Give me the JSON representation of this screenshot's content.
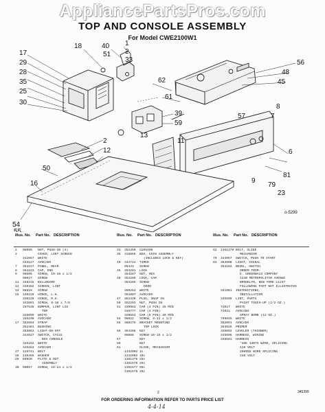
{
  "watermark": "AppliancePartsPros.com",
  "title": "TOP AND CONSOLE ASSEMBLY",
  "subtitle": "For Model CWE2100W1",
  "diagram_code": "o-5299",
  "callouts": [
    "18",
    "17",
    "29",
    "28",
    "35",
    "25",
    "30",
    "40",
    "51",
    "1",
    "2",
    "33",
    "62",
    "56",
    "48",
    "45",
    "61",
    "39",
    "59",
    "13",
    "57",
    "8",
    "7",
    "6",
    "11",
    "2",
    "12",
    "50",
    "16",
    "54",
    "55",
    "9",
    "79",
    "81",
    "23"
  ],
  "col_headers": {
    "ref": "Illus. No.",
    "part": "Part No.",
    "desc": "DESCRIPTION"
  },
  "columns": [
    [
      [
        "1",
        "98095",
        "NUT, PUSH-IN (4)"
      ],
      [
        "2",
        "",
        "COVER, LINT SCREEN"
      ],
      [
        "",
        "342857",
        "WHITE"
      ],
      [
        "",
        "343127",
        "AVOCADO"
      ],
      [
        "7",
        "354227",
        "PANEL, REAR"
      ],
      [
        "8",
        "354223",
        "CAP, END"
      ],
      [
        "9",
        "98605",
        "SCREW, 10-16 x 1/2"
      ],
      [
        "",
        "90027",
        "SCREW"
      ],
      [
        "11",
        "348215",
        "BILLBOARD"
      ],
      [
        "12",
        "339392",
        "SCREEN, LINT"
      ],
      [
        "13",
        "98610",
        "SCREW"
      ],
      [
        "16",
        "339219",
        "HINGE, L.H."
      ],
      [
        "",
        "339220",
        "HINGE, R.H."
      ],
      [
        "",
        "343801",
        "SCREW, 8-18 x 7/8"
      ],
      [
        "",
        "297535",
        "BUMPER, LINT LID"
      ],
      [
        "",
        "",
        "TOP"
      ],
      [
        "",
        "345099",
        "WHITE"
      ],
      [
        "",
        "345100",
        "AVOCADO"
      ],
      [
        "17",
        "352694",
        "STRAP"
      ],
      [
        "",
        "352481",
        "BUSHING"
      ],
      [
        "",
        "353063",
        "LIGHT-ON-OFF"
      ],
      [
        "",
        "344927",
        "SWITCH, CYCLE"
      ],
      [
        "",
        "",
        "BOX CONSOLE"
      ],
      [
        "",
        "345162",
        "WHITE"
      ],
      [
        "",
        "345163",
        "AVOCADO"
      ],
      [
        "27",
        "128741",
        "BOLT"
      ],
      [
        "28",
        "136485",
        "WASHER"
      ],
      [
        "29",
        "69920",
        "PLATE & NUT"
      ],
      [
        "",
        "",
        "ASSEMBLY"
      ],
      [
        "30",
        "90057",
        "SCREW, 10-24 x 1/2"
      ]
    ],
    [
      [
        "33",
        "352450",
        "CUSHION"
      ],
      [
        "35",
        "318856",
        "BOX, COIN ASSEMBLY"
      ],
      [
        "",
        "",
        "(INCLUDES LOCK & KEY)"
      ],
      [
        "40",
        "344724",
        "TIMER"
      ],
      [
        "",
        "96433",
        "SCREW"
      ],
      [
        "45",
        "354281",
        "LOCK"
      ],
      [
        "",
        "354287",
        "NUT, HEX"
      ],
      [
        "48",
        "354286",
        "LOCK, CAM"
      ],
      [
        "",
        "354285",
        "SCREW"
      ],
      [
        "",
        "",
        "DOOR"
      ],
      [
        "",
        "360254",
        "WHITE"
      ],
      [
        "",
        "361007",
        "AVOCADO"
      ],
      [
        "47",
        "352439",
        "PLUG, SNAP IN"
      ],
      [
        "50",
        "352292",
        "NUT, PUSH IN"
      ],
      [
        "51",
        "339953",
        "CAM (4 PIN) 45 MIN"
      ],
      [
        "",
        "345777",
        "CAM (4 PIN)"
      ],
      [
        "",
        "339654",
        "CAM (6 PIN) 30 MIN"
      ],
      [
        "54",
        "96022",
        "SCREW, 8-32 x 1/2"
      ],
      [
        "55",
        "360279",
        "BRACKET MOUNTING"
      ],
      [
        "",
        "",
        "TOP LOCK"
      ],
      [
        "56",
        "354296",
        "KEY"
      ],
      [
        "",
        "96086",
        "SCREW 10-16 x 1/2"
      ],
      [
        "57",
        "",
        "KEY"
      ],
      [
        "59",
        "",
        "KEY"
      ],
      [
        "61",
        "",
        "SLIDE, MECHANISM"
      ],
      [
        "",
        "1342002",
        "1c"
      ],
      [
        "",
        "1342002",
        "10c"
      ],
      [
        "",
        "1361376",
        "25c"
      ],
      [
        "",
        "1361579",
        "25c"
      ],
      [
        "",
        "1361577",
        "50c"
      ],
      [
        "",
        "1361578",
        "25c"
      ]
    ],
    [
      [
        "62",
        "1361479",
        "BOLT, SLIDE"
      ],
      [
        "",
        "",
        "MECHANISM"
      ],
      [
        "79",
        "344957",
        "SWITCH, PUSH TO START"
      ],
      [
        "81",
        "364008",
        "LIGHT, SIGNAL"
      ],
      [
        "",
        "354183",
        "BEZEL, SWITCH"
      ],
      [
        "",
        "",
        "ORDER FROM-"
      ],
      [
        "",
        "",
        "E. GREENWALD COMPANY"
      ],
      [
        "",
        "",
        "1240 METROPOLITAN AVENUE"
      ],
      [
        "",
        "",
        "BROOKLYN, NEW YORK 11237"
      ],
      [
        "",
        "",
        "FOLLOWING PART NOT ILLUSTRATED"
      ],
      [
        "",
        "341981",
        "INSTRUCTIONS,"
      ],
      [
        "",
        "",
        "INSTALLATION"
      ],
      [
        "",
        "345599",
        "LINT, PARTS"
      ],
      [
        "",
        "",
        "PAINT TOUCH-UP (1/2 OZ.)"
      ],
      [
        "",
        "72017",
        "WHITE"
      ],
      [
        "",
        "72021",
        "AVOCADO"
      ],
      [
        "",
        "",
        "SPRAY BOMB (12 OZ.)"
      ],
      [
        "",
        "799945",
        "WHITE"
      ],
      [
        "",
        "352091",
        "AVOCADO"
      ],
      [
        "",
        "353026",
        "PRIMER"
      ],
      [
        "",
        "336892",
        "LEVELER (THINNER)"
      ],
      [
        "",
        "345696",
        "HARNESS, WIRING"
      ],
      [
        "",
        "346591",
        "HARNESS"
      ],
      [
        "",
        "",
        "*USE 1307S WIRE, SPLICING"
      ],
      [
        "",
        "",
        "120 VOLT"
      ],
      [
        "",
        "",
        "200955 WIRE SPLICING"
      ],
      [
        "",
        "",
        "240 VOLT"
      ]
    ]
  ],
  "footer": "FOR ORDERING INFORMATION REFER TO PARTS PRICE LIST",
  "page_number": "2",
  "side_number": "345399",
  "handwritten_note": "4-4-14"
}
